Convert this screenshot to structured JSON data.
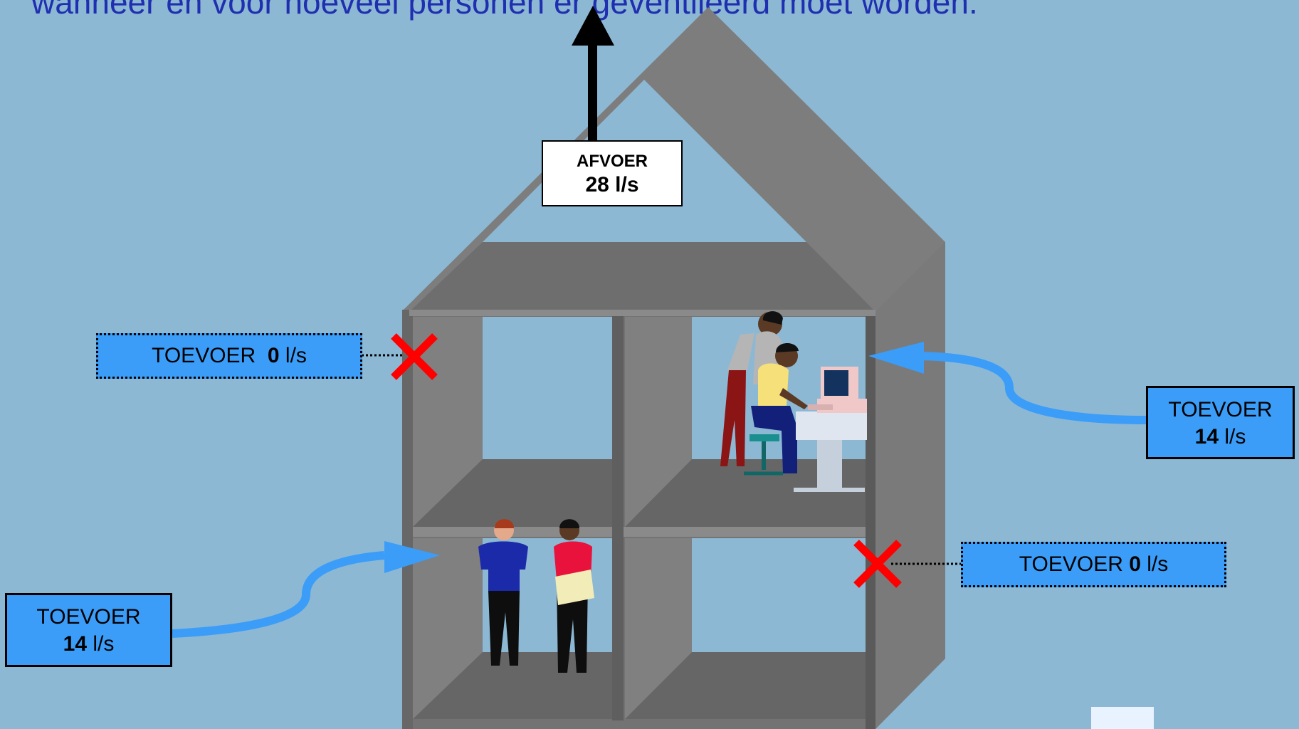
{
  "title": "wanneer en voor hoeveel personen er geventileerd moet worden.",
  "exhaust": {
    "label": "AFVOER",
    "value": "28",
    "unit": "l/s"
  },
  "supply_top_left": {
    "label": "TOEVOER",
    "value": "0",
    "unit": "l/s",
    "state": "closed"
  },
  "supply_top_right": {
    "label": "TOEVOER",
    "value": "14",
    "unit": "l/s",
    "state": "open"
  },
  "supply_bottom_left": {
    "label": "TOEVOER",
    "value": "14",
    "unit": "l/s",
    "state": "open"
  },
  "supply_bottom_right": {
    "label": "TOEVOER",
    "value": "0",
    "unit": "l/s",
    "state": "closed"
  },
  "colors": {
    "background": "#8cb8d4",
    "title": "#1f2fb0",
    "airflow": "#3b9df8",
    "closed_mark": "#ff0000",
    "house_dark": "#6b6b6b",
    "house_mid": "#808080"
  }
}
